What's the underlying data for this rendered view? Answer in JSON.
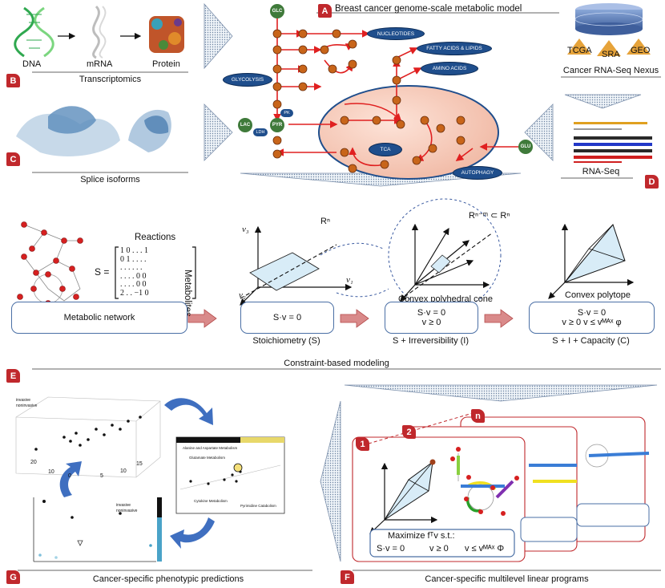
{
  "panels": {
    "A": {
      "badge": "A",
      "title": "Breast cancer genome-scale metabolic model"
    },
    "B": {
      "badge": "B",
      "caption": "Transcriptomics",
      "dna": "DNA",
      "mrna": "mRNA",
      "protein": "Protein"
    },
    "C": {
      "badge": "C",
      "caption": "Splice isoforms"
    },
    "D": {
      "badge": "D",
      "caption": "RNA-Seq",
      "db_caption": "Cancer RNA-Seq Nexus",
      "sources": [
        "TCGA",
        "SRA",
        "GEO"
      ]
    },
    "E": {
      "badge": "E",
      "caption": "Constraint-based modeling"
    },
    "F": {
      "badge": "F",
      "caption": "Cancer-specific multilevel linear programs",
      "tabs": [
        "1",
        "2",
        "n"
      ],
      "lp": {
        "line1": "Maximize   fᵀv     s.t.:",
        "c1": "S·v = 0",
        "c2": "v ≥ 0",
        "c3": "v ≤ vᴹᴬˣ Φ"
      }
    },
    "G": {
      "badge": "G",
      "caption": "Cancer-specific phenotypic predictions",
      "legend3d": [
        "invasive",
        "noninvasive"
      ],
      "legend_b": [
        "invasive",
        "noninvasive"
      ],
      "scatter_labels": [
        "Alanine and Aspartate Metabolism",
        "Glutamate Metabolism",
        "Cytokine Metabolism",
        "Pyrimidine Catabolism"
      ],
      "axis3d_ticks": [
        "20",
        "10",
        "0",
        "15",
        "10",
        "5"
      ]
    }
  },
  "metabolism": {
    "nodes": {
      "glc": "GLC",
      "pyr": "PYR",
      "pk": "PK",
      "lac": "LAC",
      "ldh": "LDH",
      "glu": "GLU"
    },
    "pathways": {
      "nucleotides": "NUCLEOTIDES",
      "fatty": "FATTY ACIDS & LIPIDS",
      "amino": "AMINO ACIDS",
      "glycolysis": "GLYCOLYSIS",
      "tca": "TCA",
      "autophagy": "AUTOPHAGY"
    }
  },
  "modeling": {
    "matrix_label": "S =",
    "reactions": "Reactions",
    "metabolites": "Metabolites",
    "matrix_rows": [
      "1   0   .   .   .   1",
      "0   1   .   .   .   .",
      ".   .   .   .   .   .",
      ".   .   .   .   0   0",
      ".   .   .   .   0   0",
      "2   .   .   −1   0"
    ],
    "space_rn": "Rⁿ",
    "space_sub": "Rⁿ⁻ᵐ ⊂ Rⁿ",
    "v1": "v₁",
    "v2": "v₂",
    "v3": "v₃",
    "cone_label": "Convex polyhedral cone",
    "polytope_label": "Convex polytope",
    "boxes": [
      {
        "lines": [
          "Metabolic network"
        ],
        "caption": ""
      },
      {
        "lines": [
          "S·v = 0"
        ],
        "caption": "Stoichiometry (S)"
      },
      {
        "lines": [
          "S·v = 0",
          "v ≥ 0"
        ],
        "caption": "S + Irreversibility (I)"
      },
      {
        "lines": [
          "S·v = 0",
          "v ≥ 0      v ≤ vᴹᴬˣ φ"
        ],
        "caption": "S + I + Capacity (C)"
      }
    ]
  },
  "colors": {
    "badge": "#c0282c",
    "arrow": "#e02020",
    "node": "#c8651a",
    "pathway": "#1f4e8c",
    "ellipse": "#f5c9b8",
    "box_border": "#4a6fa5"
  }
}
